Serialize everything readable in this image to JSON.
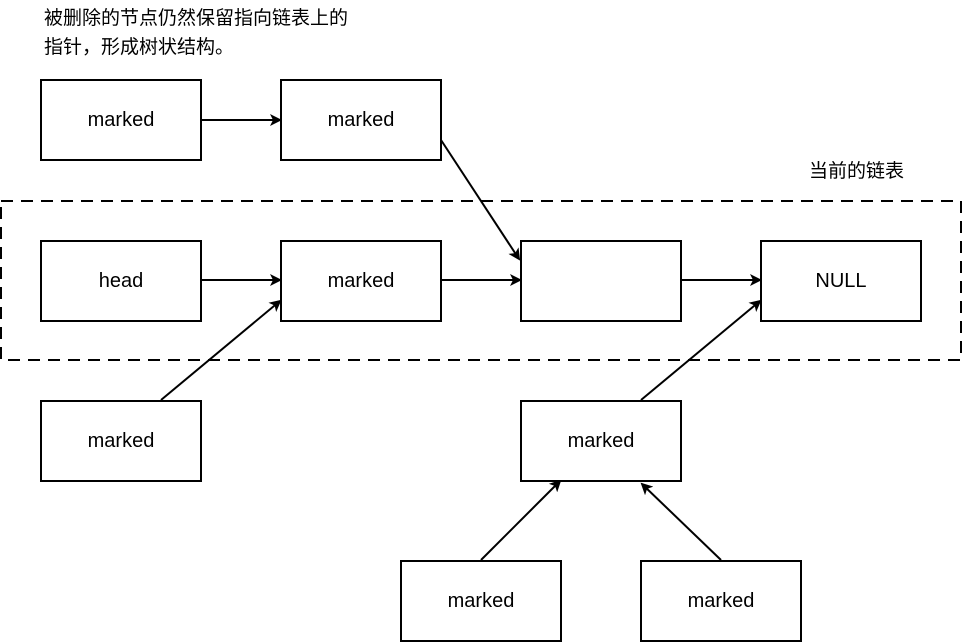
{
  "note": {
    "line1": "被删除的节点仍然保留指向链表上的",
    "line2": "指针，形成树状结构。"
  },
  "region_label": "当前的链表",
  "nodes": {
    "top_left": "marked",
    "top_right": "marked",
    "head": "head",
    "list_marked": "marked",
    "list_empty": "",
    "null": "NULL",
    "bottom_left": "marked",
    "tree_parent": "marked",
    "tree_child_left": "marked",
    "tree_child_right": "marked"
  },
  "colors": {
    "stroke": "#000000",
    "fill": "#ffffff"
  }
}
